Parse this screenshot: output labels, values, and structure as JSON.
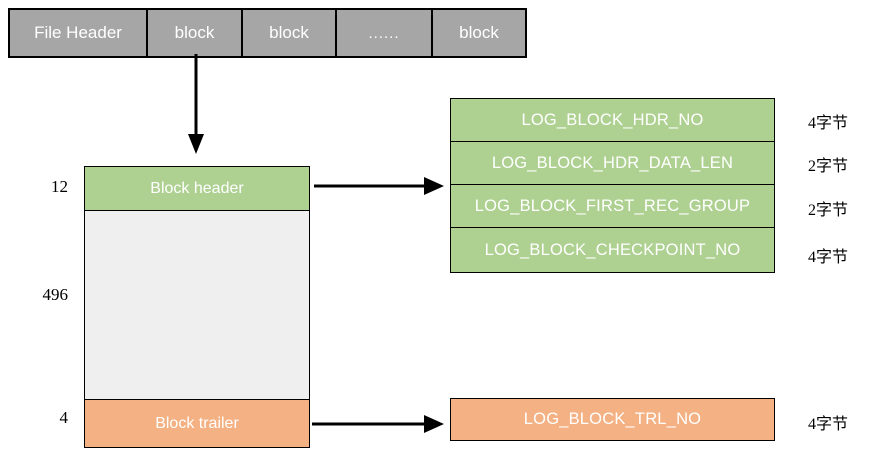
{
  "file_strip": {
    "cells": [
      {
        "label": "File Header"
      },
      {
        "label": "block"
      },
      {
        "label": "block"
      },
      {
        "label": "......"
      },
      {
        "label": "block"
      }
    ]
  },
  "block_structure": {
    "header_label": "Block header",
    "body_label": "",
    "trailer_label": "Block trailer",
    "sizes": {
      "header": "12",
      "body": "496",
      "trailer": "4"
    }
  },
  "block_header_fields": {
    "rows": [
      {
        "name": "LOG_BLOCK_HDR_NO",
        "bytes": "4字节"
      },
      {
        "name": "LOG_BLOCK_HDR_DATA_LEN",
        "bytes": "2字节"
      },
      {
        "name": "LOG_BLOCK_FIRST_REC_GROUP",
        "bytes": "2字节"
      },
      {
        "name": "LOG_BLOCK_CHECKPOINT_NO",
        "bytes": "4字节"
      }
    ]
  },
  "block_trailer_fields": {
    "rows": [
      {
        "name": "LOG_BLOCK_TRL_NO",
        "bytes": "4字节"
      }
    ]
  },
  "colors": {
    "grey": "#a6a6a6",
    "green": "#aed192",
    "orange": "#f4b183",
    "body_grey": "#efefef",
    "stroke": "#000000",
    "text_on_fill": "#ffffff"
  }
}
